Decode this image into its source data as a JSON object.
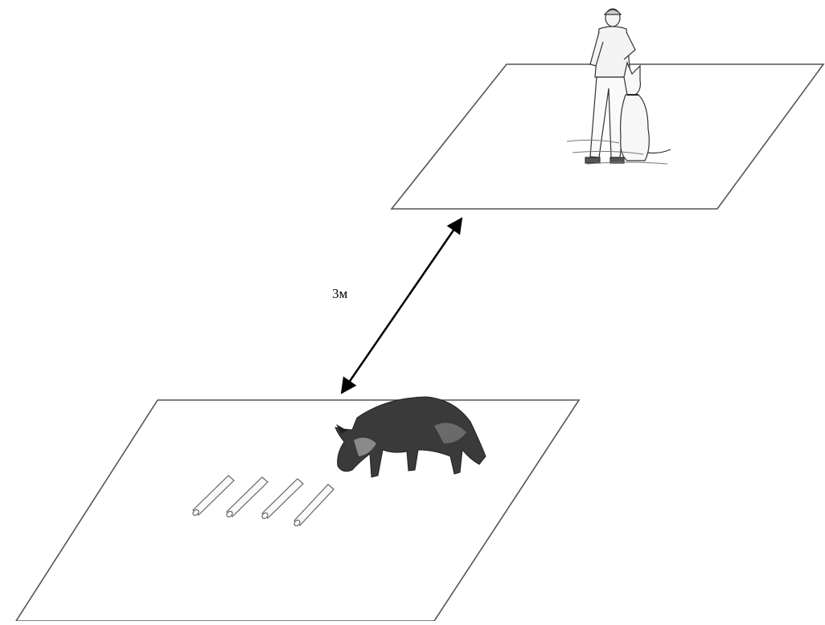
{
  "diagram": {
    "distance_label": "3м",
    "platforms": [
      {
        "name": "upper-platform",
        "content": "handler-with-seated-dog"
      },
      {
        "name": "lower-platform",
        "content": "sniffing-dog-and-sample-tubes"
      }
    ],
    "objects": {
      "sample_tubes_count": 4
    },
    "icons": [
      "handler-icon",
      "seated-dog-icon",
      "sniffing-dog-icon",
      "sample-tube-icon",
      "double-arrow-icon"
    ],
    "colors": {
      "line": "#555555",
      "arrow": "#000000",
      "dog_dark": "#3a3a3a",
      "dog_light": "#8a8a8a"
    }
  }
}
